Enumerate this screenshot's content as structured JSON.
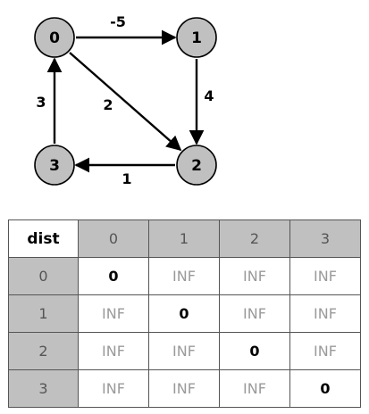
{
  "graph": {
    "nodes": [
      {
        "id": "0",
        "label": "0"
      },
      {
        "id": "1",
        "label": "1"
      },
      {
        "id": "2",
        "label": "2"
      },
      {
        "id": "3",
        "label": "3"
      }
    ],
    "edges": [
      {
        "from": "0",
        "to": "1",
        "weight": "-5"
      },
      {
        "from": "1",
        "to": "2",
        "weight": "4"
      },
      {
        "from": "0",
        "to": "2",
        "weight": "2"
      },
      {
        "from": "2",
        "to": "3",
        "weight": "1"
      },
      {
        "from": "3",
        "to": "0",
        "weight": "3"
      }
    ],
    "node_fill": "#c0c0c0"
  },
  "table": {
    "corner": "dist",
    "col_headers": [
      "0",
      "1",
      "2",
      "3"
    ],
    "rows": [
      {
        "header": "0",
        "cells": [
          "0",
          "INF",
          "INF",
          "INF"
        ]
      },
      {
        "header": "1",
        "cells": [
          "INF",
          "0",
          "INF",
          "INF"
        ]
      },
      {
        "header": "2",
        "cells": [
          "INF",
          "INF",
          "0",
          "INF"
        ]
      },
      {
        "header": "3",
        "cells": [
          "INF",
          "INF",
          "INF",
          "0"
        ]
      }
    ],
    "header_fill": "#c0c0c0"
  }
}
